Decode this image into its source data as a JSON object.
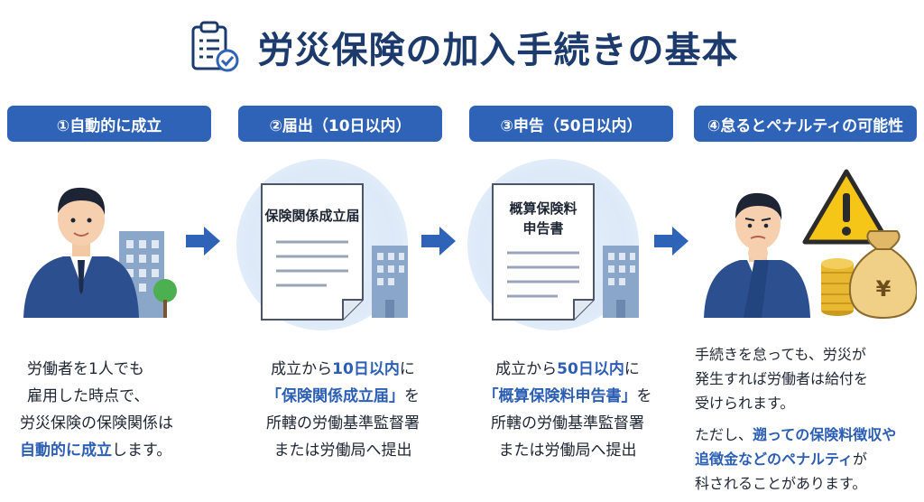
{
  "title": "労災保険の加入手続きの基本",
  "icons": {
    "title": "clipboard-check-icon"
  },
  "colors": {
    "accent": "#2f63b8",
    "title": "#1c3a6b",
    "highlight": "#2c5fb3"
  },
  "steps": [
    {
      "label": "①自動的に成立",
      "desc": {
        "line1": "労働者を1人でも",
        "line2": "雇用した時点で、",
        "line3": "労災保険の保険関係は",
        "line4_hl": "自動的に成立",
        "line4_rest": "します。"
      }
    },
    {
      "label": "②届出（10日以内）",
      "doc_title": "保険関係成立届",
      "desc": {
        "line1_pre": "成立から",
        "line1_hl": "10日以内",
        "line1_post": "に",
        "line2_hl": "「保険関係成立届」",
        "line2_post": "を",
        "line3": "所轄の労働基準監督署",
        "line4": "または労働局へ提出"
      }
    },
    {
      "label": "③申告（50日以内）",
      "doc_title_1": "概算保険料",
      "doc_title_2": "申告書",
      "desc": {
        "line1_pre": "成立から",
        "line1_hl": "50日以内",
        "line1_post": "に",
        "line2_hl": "「概算保険料申告書」",
        "line2_post": "を",
        "line3": "所轄の労働基準監督署",
        "line4": "または労働局へ提出"
      }
    },
    {
      "label": "④怠るとペナルティの可能性",
      "coin_bag_label": "¥",
      "desc": {
        "p1_l1": "手続きを怠っても、労災が",
        "p1_l2": "発生すれば労働者は給付を",
        "p1_l3": "受けられます。",
        "p2_l1_pre": "ただし、",
        "p2_l1_hl": "遡っての保険料徴収や",
        "p2_l2_hl": "追徴金などのペナルティ",
        "p2_l2_post": "が",
        "p2_l3": "科されることがあります。"
      }
    }
  ]
}
